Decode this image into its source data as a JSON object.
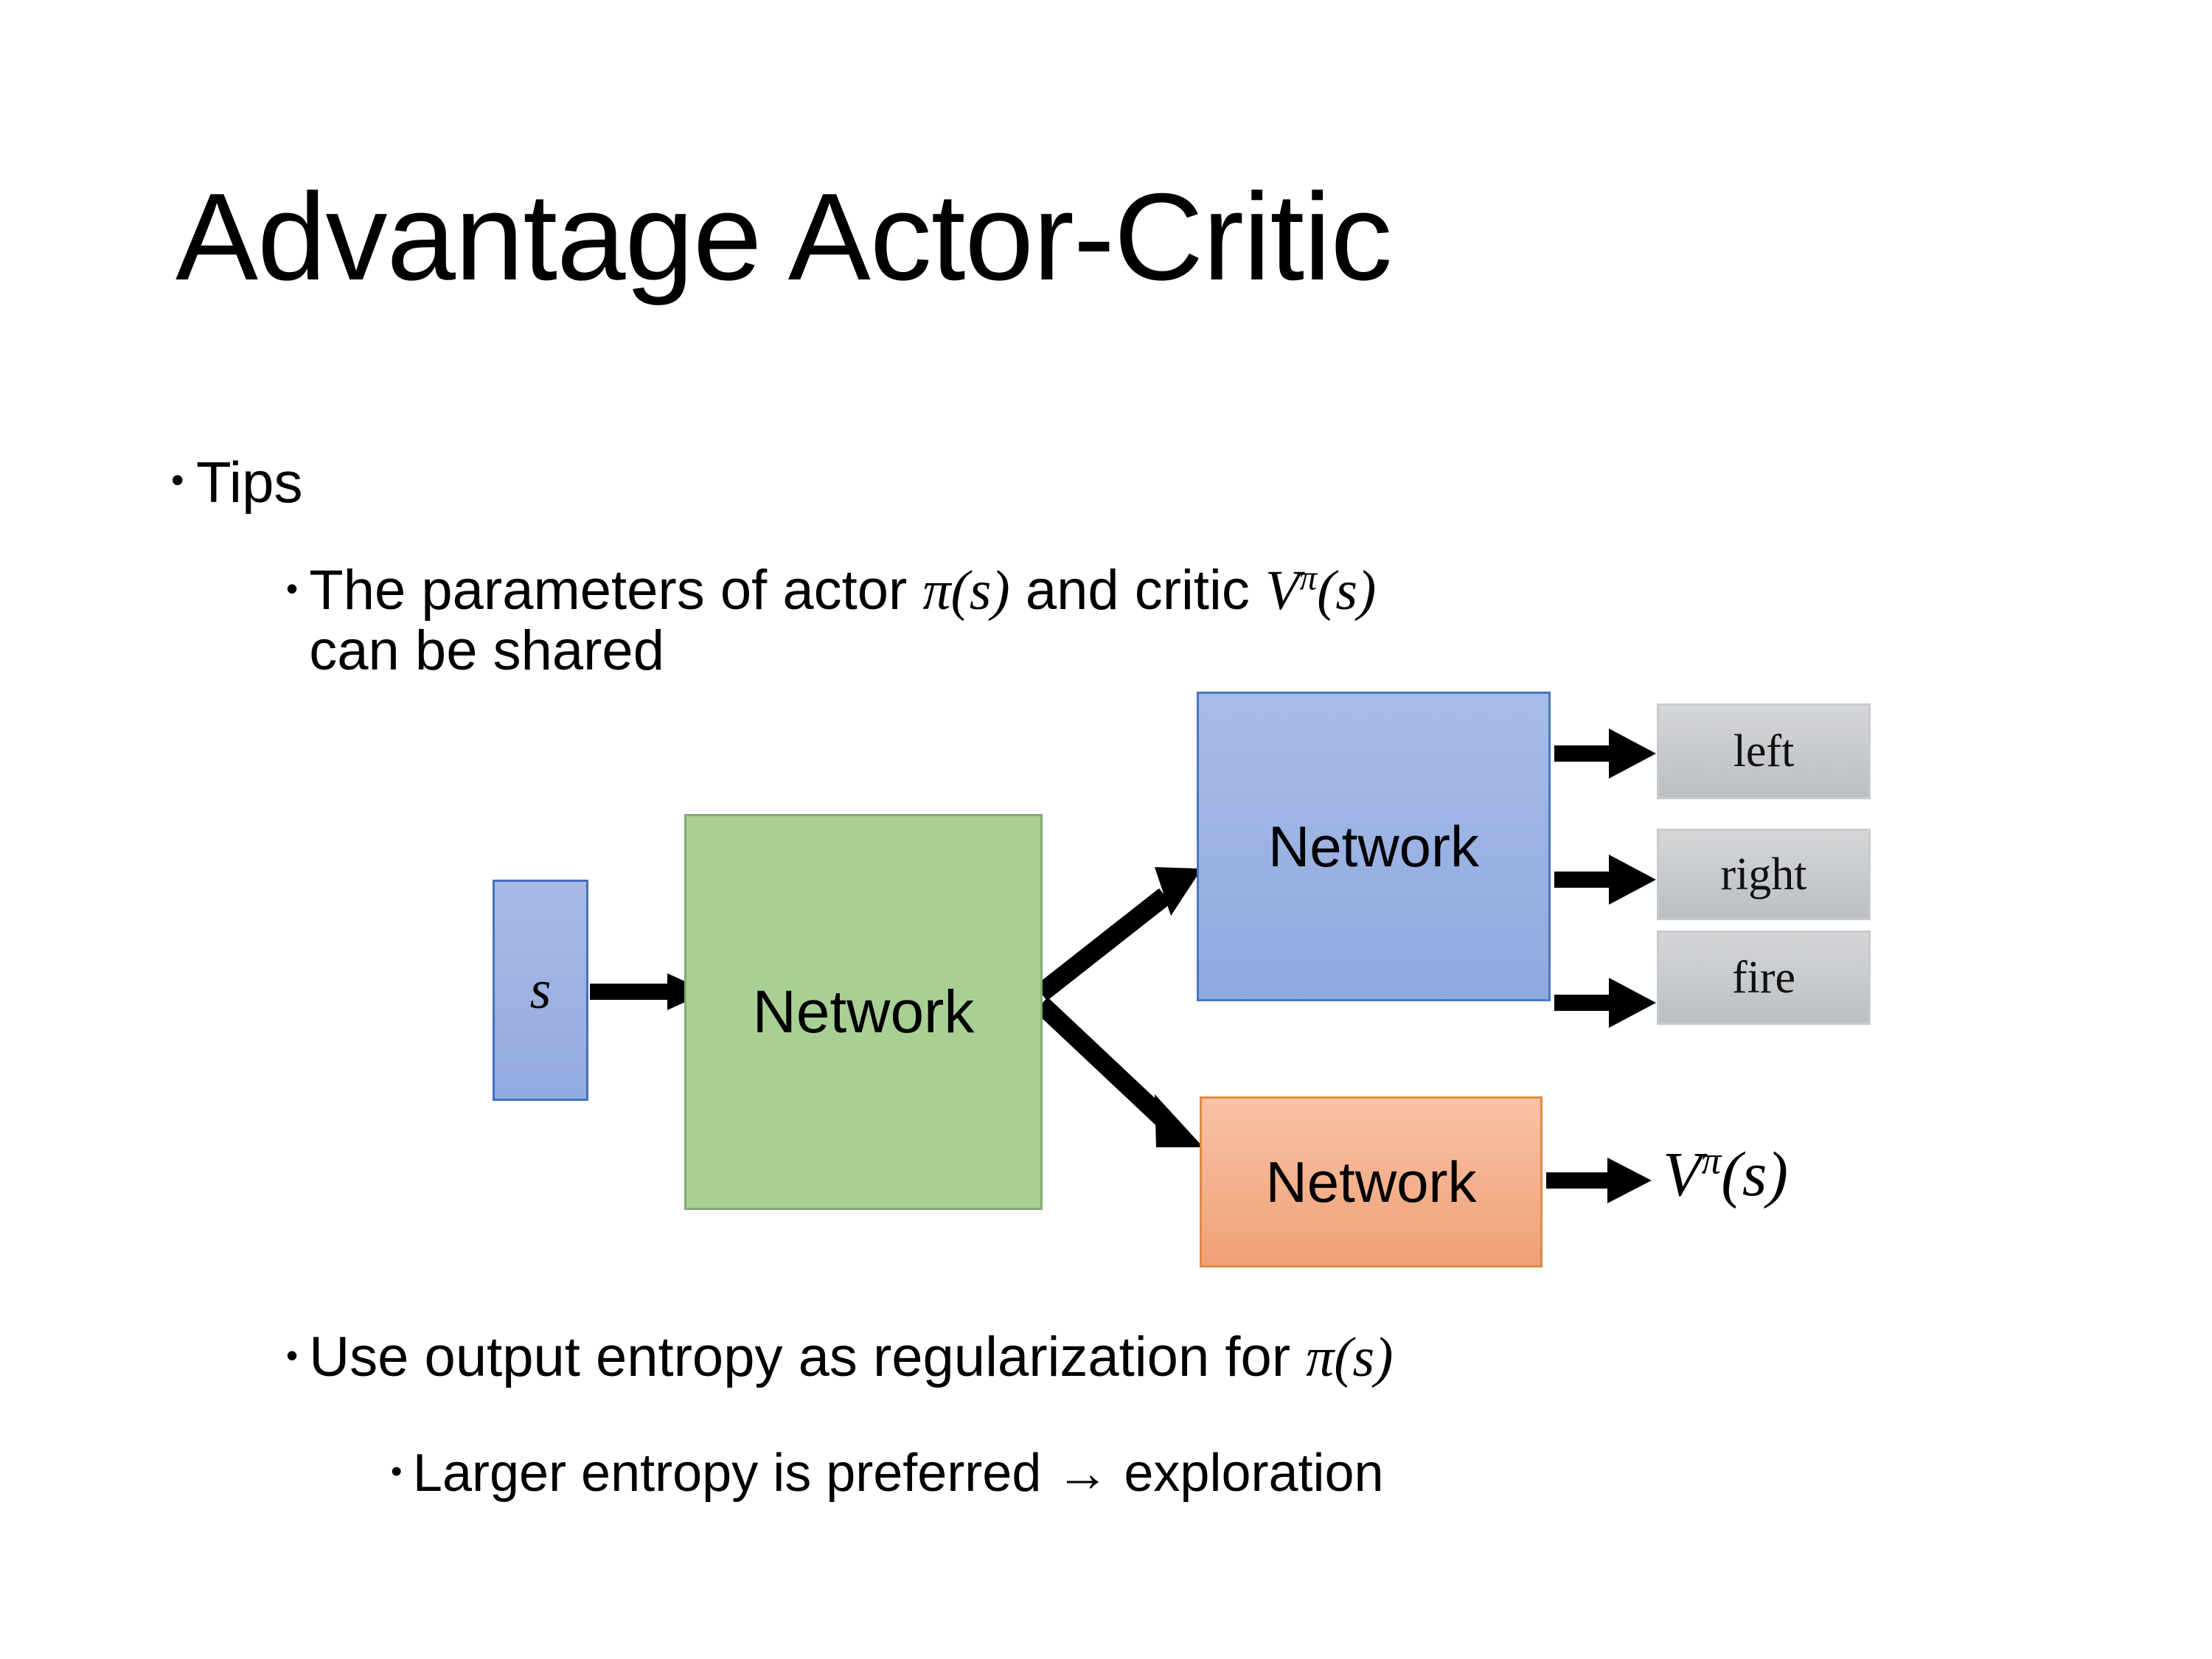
{
  "slide": {
    "title": "Advantage Actor-Critic",
    "background_color": "#ffffff"
  },
  "bullets": {
    "level1_tips": {
      "marker": "•",
      "text": "Tips"
    },
    "level2_shared": {
      "marker": "•",
      "text_part1": "The parameters of actor ",
      "math_pi": "π(s)",
      "text_part2": "  and critic ",
      "math_v_base": "V",
      "math_v_sup": "π",
      "math_v_arg": "(s)",
      "text_part3": "can be shared",
      "full_text": "The parameters of actor π(s)  and critic Vπ(s) can be shared"
    },
    "level2_entropy": {
      "marker": "•",
      "text_part1": "Use output entropy as regularization for ",
      "math_pi": "π(s)",
      "full_text": "Use output entropy as regularization for π(s)"
    },
    "level3_exploration": {
      "marker": "•",
      "text": "Larger entropy is preferred → exploration"
    }
  },
  "diagram": {
    "state_box": {
      "label": "s",
      "fill_color": "#93aadf",
      "border_color": "#4470bf"
    },
    "shared_network_box": {
      "label": "Network",
      "fill_color": "#a9d094",
      "border_color": "#86ab73"
    },
    "actor_network_box": {
      "label": "Network",
      "fill_color": "#8fa9de",
      "border_color": "#4876c2"
    },
    "critic_network_box": {
      "label": "Network",
      "fill_color": "#f0a077",
      "border_color": "#e08a45"
    },
    "action_boxes": [
      {
        "label": "left",
        "fill_color": "#c8cacd",
        "border_color": "#c8cacc"
      },
      {
        "label": "right",
        "fill_color": "#c8cacd",
        "border_color": "#c8cacc"
      },
      {
        "label": "fire",
        "fill_color": "#c8cacd",
        "border_color": "#c8cacc"
      }
    ],
    "value_output": {
      "base": "V",
      "superscript": "π",
      "argument": "(s)",
      "full_text": "Vπ(s)"
    },
    "arrows": [
      {
        "name": "state-to-shared",
        "from": "state_box",
        "to": "shared_network_box"
      },
      {
        "name": "shared-to-actor",
        "from": "shared_network_box",
        "to": "actor_network_box"
      },
      {
        "name": "shared-to-critic",
        "from": "shared_network_box",
        "to": "critic_network_box"
      },
      {
        "name": "actor-to-left",
        "from": "actor_network_box",
        "to": "action-left"
      },
      {
        "name": "actor-to-right",
        "from": "actor_network_box",
        "to": "action-right"
      },
      {
        "name": "actor-to-fire",
        "from": "actor_network_box",
        "to": "action-fire"
      },
      {
        "name": "critic-to-value",
        "from": "critic_network_box",
        "to": "value_output"
      }
    ],
    "arrow_color": "#000000"
  }
}
